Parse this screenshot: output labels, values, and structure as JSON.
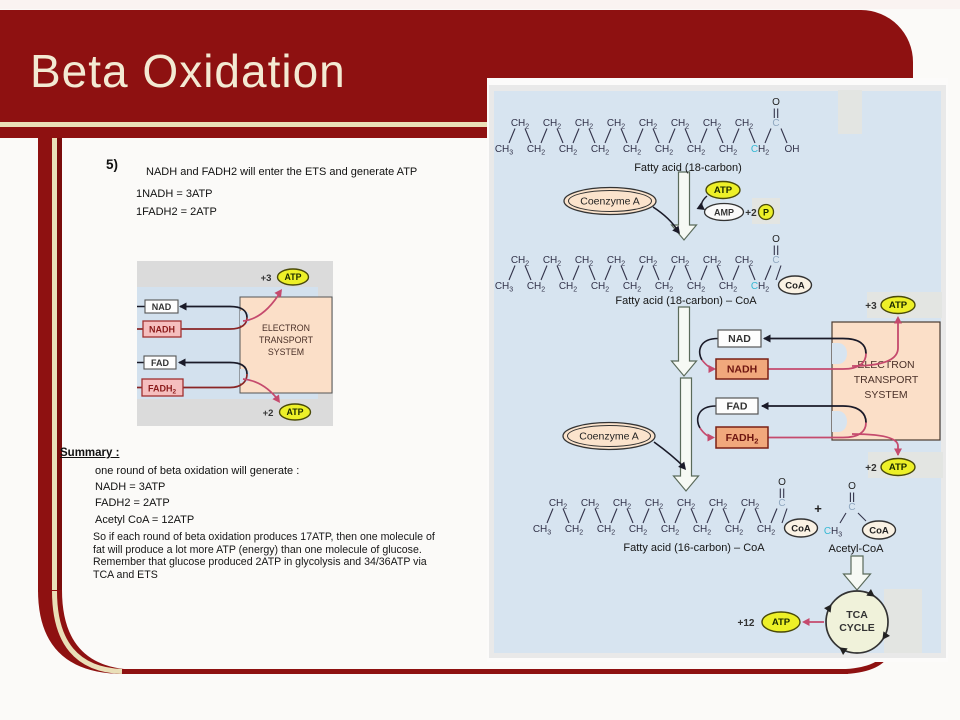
{
  "title": "Beta Oxidation",
  "notes": {
    "number": "5)",
    "line1": "NADH and FADH2 will enter the ETS and generate ATP",
    "line2": "1NADH = 3ATP",
    "line3": "1FADH2 = 2ATP"
  },
  "summary": {
    "heading": "Summary :",
    "items": [
      "one round of beta oxidation will generate :",
      "NADH = 3ATP",
      "FADH2 = 2ATP",
      "Acetyl CoA = 12ATP"
    ],
    "paragraph_lines": [
      "So if each round of beta oxidation produces 17ATP, then one molecule of",
      "fat will produce a lot more ATP (energy) than one molecule of glucose.",
      "Remember that glucose produced 2ATP in glycolysis and 34/36ATP  via",
      "TCA and ETS"
    ]
  },
  "small_figure": {
    "boxes": {
      "nad": "NAD",
      "nadh": "NADH",
      "fad": "FAD",
      "fadh2": "FADH2"
    },
    "ets_lines": [
      "ELECTRON",
      "TRANSPORT",
      "SYSTEM"
    ],
    "atp": "ATP",
    "atp_top_prefix": "+3",
    "atp_bottom_prefix": "+2"
  },
  "main_figure": {
    "chains": [
      {
        "top": [
          "CH2",
          "CH2",
          "CH2",
          "CH2",
          "CH2",
          "CH2",
          "CH2",
          "CH2",
          "C"
        ],
        "bottom": [
          "CH3",
          "CH2",
          "CH2",
          "CH2",
          "CH2",
          "CH2",
          "CH2",
          "CH2",
          "CH2^",
          "OH"
        ],
        "label": "Fatty acid (18-carbon)"
      },
      {
        "top": [
          "CH2",
          "CH2",
          "CH2",
          "CH2",
          "CH2",
          "CH2",
          "CH2",
          "CH2",
          "C"
        ],
        "bottom": [
          "CH3",
          "CH2",
          "CH2",
          "CH2",
          "CH2",
          "CH2",
          "CH2",
          "CH2",
          "CH2^",
          "CoA"
        ],
        "label": "Fatty acid (18-carbon) – CoA"
      },
      {
        "top": [
          "CH2",
          "CH2",
          "CH2",
          "CH2",
          "CH2",
          "CH2",
          "CH2",
          "C"
        ],
        "bottom": [
          "CH3",
          "CH2",
          "CH2",
          "CH2",
          "CH2",
          "CH2",
          "CH2",
          "CH2",
          "CoA"
        ],
        "label": "Fatty acid (16-carbon) – CoA"
      }
    ],
    "o": "O",
    "oh": "OH",
    "coa": "CoA",
    "coenzyme_a": "Coenzyme A",
    "atp": "ATP",
    "amp": "AMP",
    "p": "P",
    "amp_prefix": "+2",
    "boxes": {
      "nad": "NAD",
      "nadh": "NADH",
      "fad": "FAD",
      "fadh2": "FADH2"
    },
    "ets_lines": [
      "ELECTRON",
      "TRANSPORT",
      "SYSTEM"
    ],
    "atp_top_prefix": "+3",
    "atp_bottom_prefix": "+2",
    "atp_tca_prefix": "+12",
    "acetyl": {
      "plus": "+",
      "o": "O",
      "c": "C",
      "ch3": "CH3",
      "coa": "CoA",
      "label": "Acetyl-CoA"
    },
    "tca_lines": [
      "TCA",
      "CYCLE"
    ]
  },
  "colors": {
    "maroon": "#8E1111",
    "maroon_dark": "#7A0C0C",
    "cream": "#EADFB8",
    "title_text": "#F3EAD3",
    "panel_blue": "#D7E4F0",
    "fig_blue": "#D3E1EE",
    "fig_gray": "#DBDBDB",
    "peach": "#FBDFC8",
    "atp_yellow": "#EDF028",
    "atp_stroke": "#4A4A08",
    "pink": "#C54A6D",
    "orange_box": "#F1A87C",
    "box_red": "#7A2015",
    "dark_red_text": "#6E1510",
    "small_pink_box": "#F5BEBE",
    "chain_text": "#33334A",
    "carbonyl_blue": "#90A8C0",
    "cyan": "#35B8D4",
    "ink": "#1A1A28"
  }
}
